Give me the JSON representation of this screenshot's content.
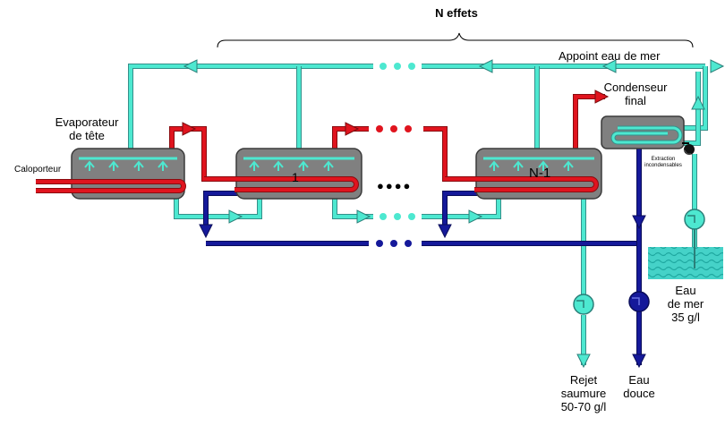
{
  "title": "N effets",
  "labels": {
    "head_evaporator": [
      "Evaporateur",
      "de tête"
    ],
    "heating_fluid": "Caloporteur",
    "seawater_makeup": "Appoint eau de mer",
    "final_condenser": [
      "Condenseur",
      "final"
    ],
    "noncondensable_extraction": [
      "Extraction",
      "incondensables"
    ],
    "effect_1": "1",
    "effect_n_minus_1": "N-1",
    "ellipsis": "●●●●",
    "seawater": [
      "Eau",
      "de mer",
      "35 g/l"
    ],
    "brine_reject": [
      "Rejet",
      "saumure",
      "50-70 g/l"
    ],
    "fresh_water": [
      "Eau",
      "douce"
    ]
  },
  "colors": {
    "seawater_line": "#4de8d0",
    "steam_line": "#e0141e",
    "distillate_line": "#15199a",
    "vessel_fill": "#808080",
    "vessel_stroke": "#3a3a3a",
    "seawater_tank": "#3cc8c0"
  },
  "icons": [
    "spray-nozzle-icon",
    "pump-icon",
    "flow-arrow-icon",
    "vacuum-pump-icon"
  ]
}
